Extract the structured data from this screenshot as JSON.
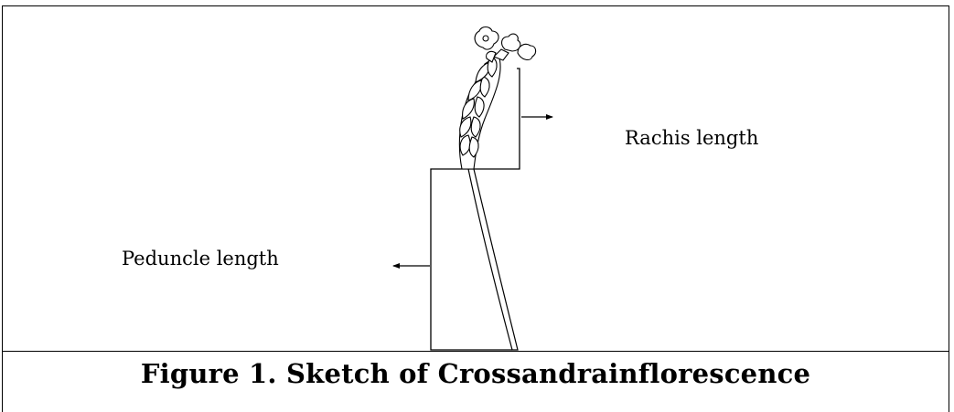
{
  "labels": {
    "rachis": "Rachis length",
    "peduncle": "Peduncle length"
  },
  "caption": "Figure 1. Sketch of Crossandrainflorescence",
  "colors": {
    "line": "#000000",
    "background": "#ffffff"
  }
}
